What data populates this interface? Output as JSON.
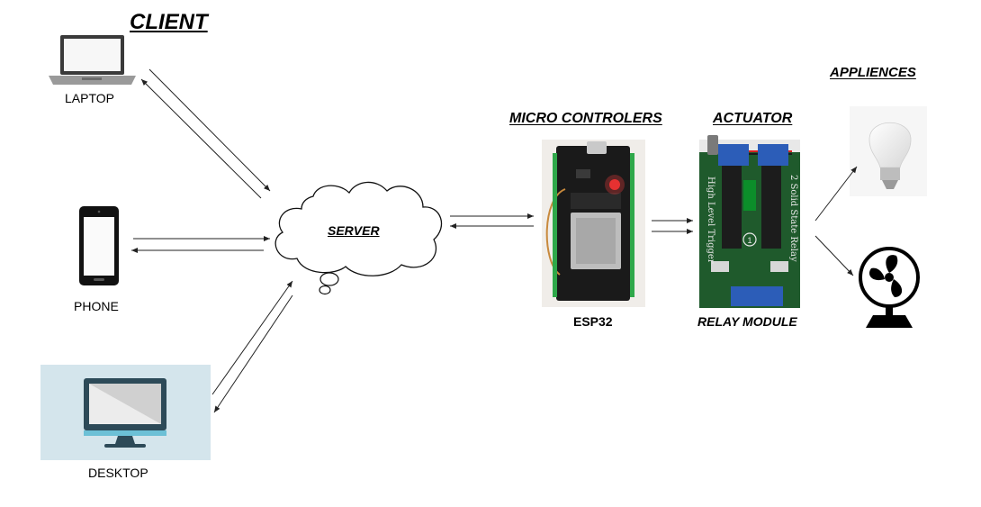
{
  "headers": {
    "client": "CLIENT",
    "micro_controllers": "MICRO CONTROLERS",
    "actuator": "ACTUATOR",
    "appliances": "APPLIENCES"
  },
  "nodes": {
    "laptop": "LAPTOP",
    "phone": "PHONE",
    "desktop": "DESKTOP",
    "server": "SERVER",
    "esp32": "ESP32",
    "relay_module": "RELAY MODULE"
  },
  "relay_board_text": {
    "line1": "High Level Trigger",
    "line2": "2 Solid State Relay",
    "channel": "1"
  },
  "colors": {
    "desktop_panel": "#d4e5ec",
    "monitor": "#2d4a58",
    "monitor_base": "#6cc0d6",
    "esp32_board": "#1a1a1a",
    "relay_board": "#1f5a2c",
    "relay_terminal": "#2c5db8",
    "relay_ssr": "#1c1c1c"
  }
}
